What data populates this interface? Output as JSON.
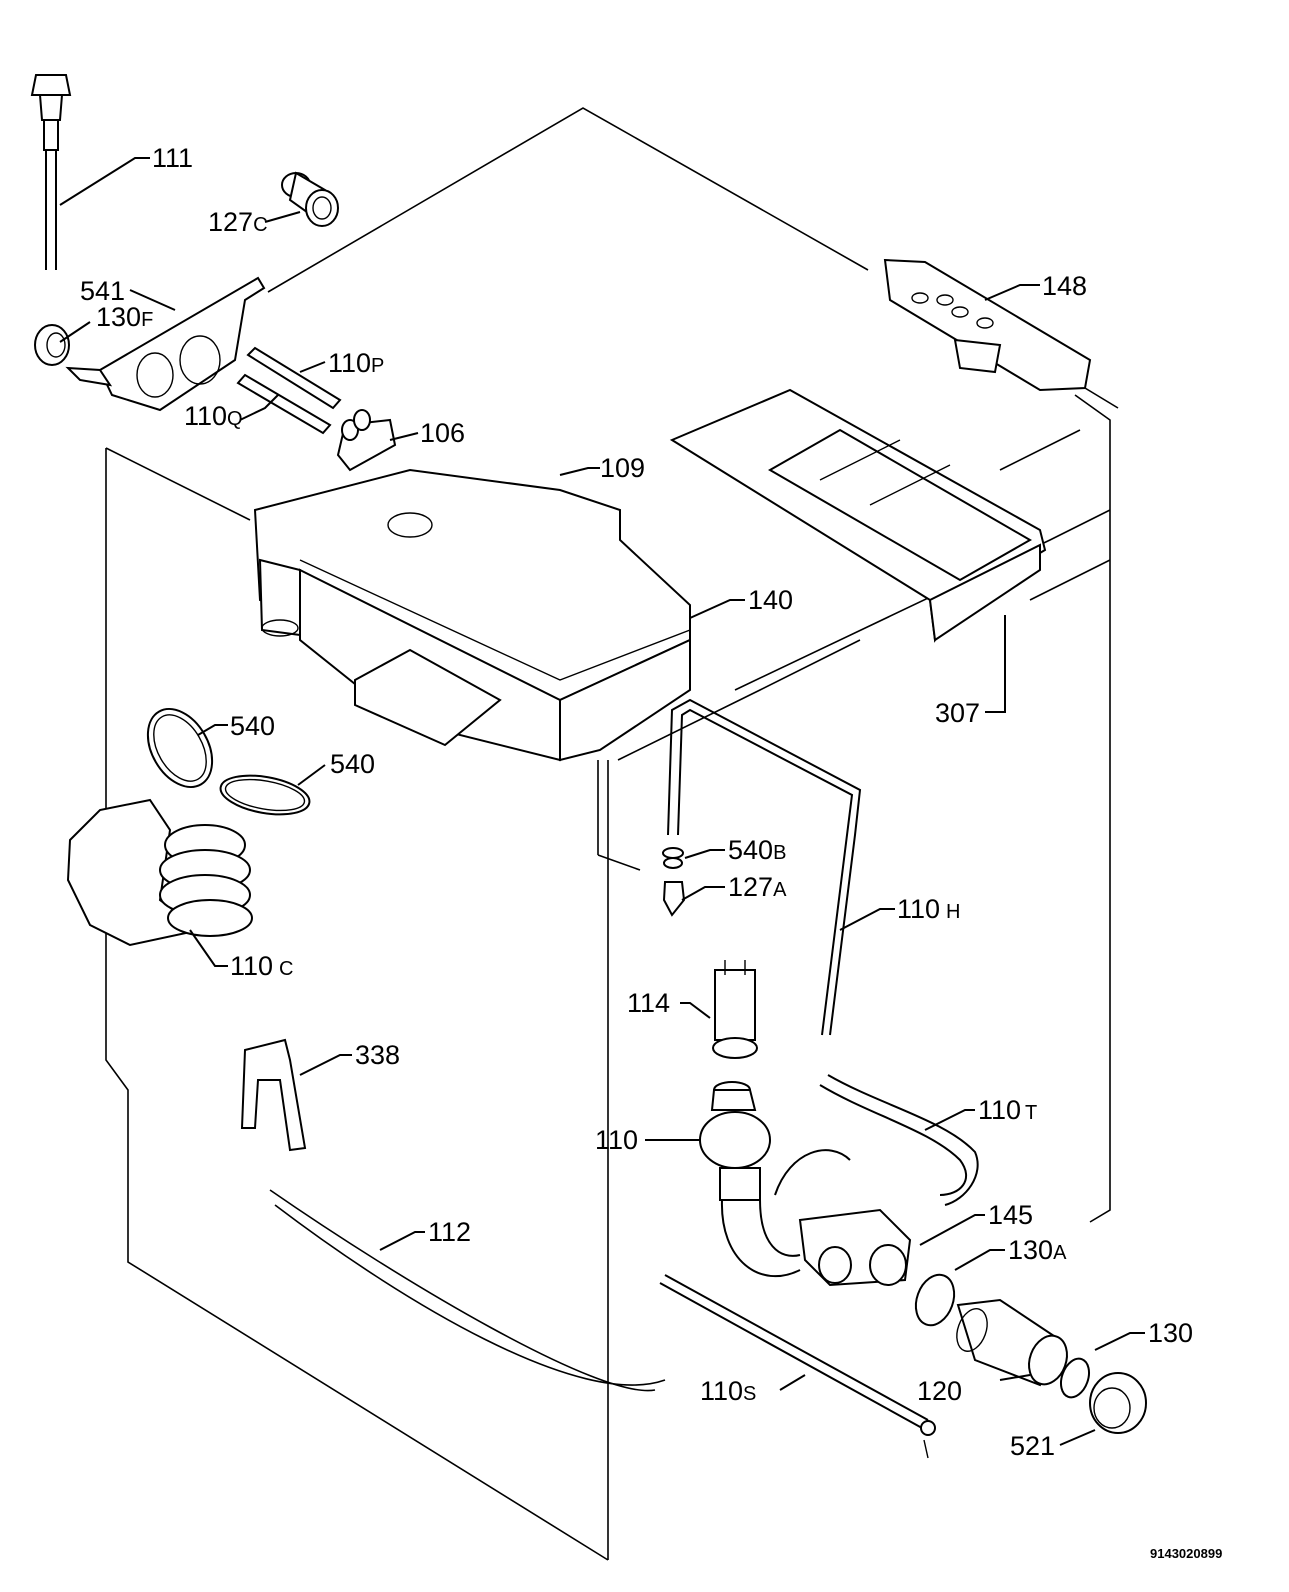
{
  "callouts": {
    "c111": {
      "num": "111",
      "suf": ""
    },
    "c127c": {
      "num": "127",
      "suf": "C"
    },
    "c541": {
      "num": "541",
      "suf": ""
    },
    "c130f": {
      "num": "130",
      "suf": "F"
    },
    "c110p": {
      "num": "110",
      "suf": "P"
    },
    "c110q": {
      "num": "110",
      "suf": "Q"
    },
    "c106": {
      "num": "106",
      "suf": ""
    },
    "c109": {
      "num": "109",
      "suf": ""
    },
    "c148": {
      "num": "148",
      "suf": ""
    },
    "c140": {
      "num": "140",
      "suf": ""
    },
    "c307": {
      "num": "307",
      "suf": ""
    },
    "c540a": {
      "num": "540",
      "suf": ""
    },
    "c540b": {
      "num": "540",
      "suf": ""
    },
    "c540B": {
      "num": "540",
      "suf": "B"
    },
    "c127a": {
      "num": "127",
      "suf": "A"
    },
    "c110h": {
      "num": "110",
      "suf": "H"
    },
    "c110c": {
      "num": "110",
      "suf": "C"
    },
    "c114": {
      "num": "114",
      "suf": ""
    },
    "c338": {
      "num": "338",
      "suf": ""
    },
    "c110t": {
      "num": "110",
      "suf": "T"
    },
    "c110": {
      "num": "110",
      "suf": ""
    },
    "c145": {
      "num": "145",
      "suf": ""
    },
    "c130a": {
      "num": "130",
      "suf": "A"
    },
    "c112": {
      "num": "112",
      "suf": ""
    },
    "c130": {
      "num": "130",
      "suf": ""
    },
    "c120": {
      "num": "120",
      "suf": ""
    },
    "c110s": {
      "num": "110",
      "suf": "S"
    },
    "c521": {
      "num": "521",
      "suf": ""
    }
  },
  "doc_code": "9143020899"
}
